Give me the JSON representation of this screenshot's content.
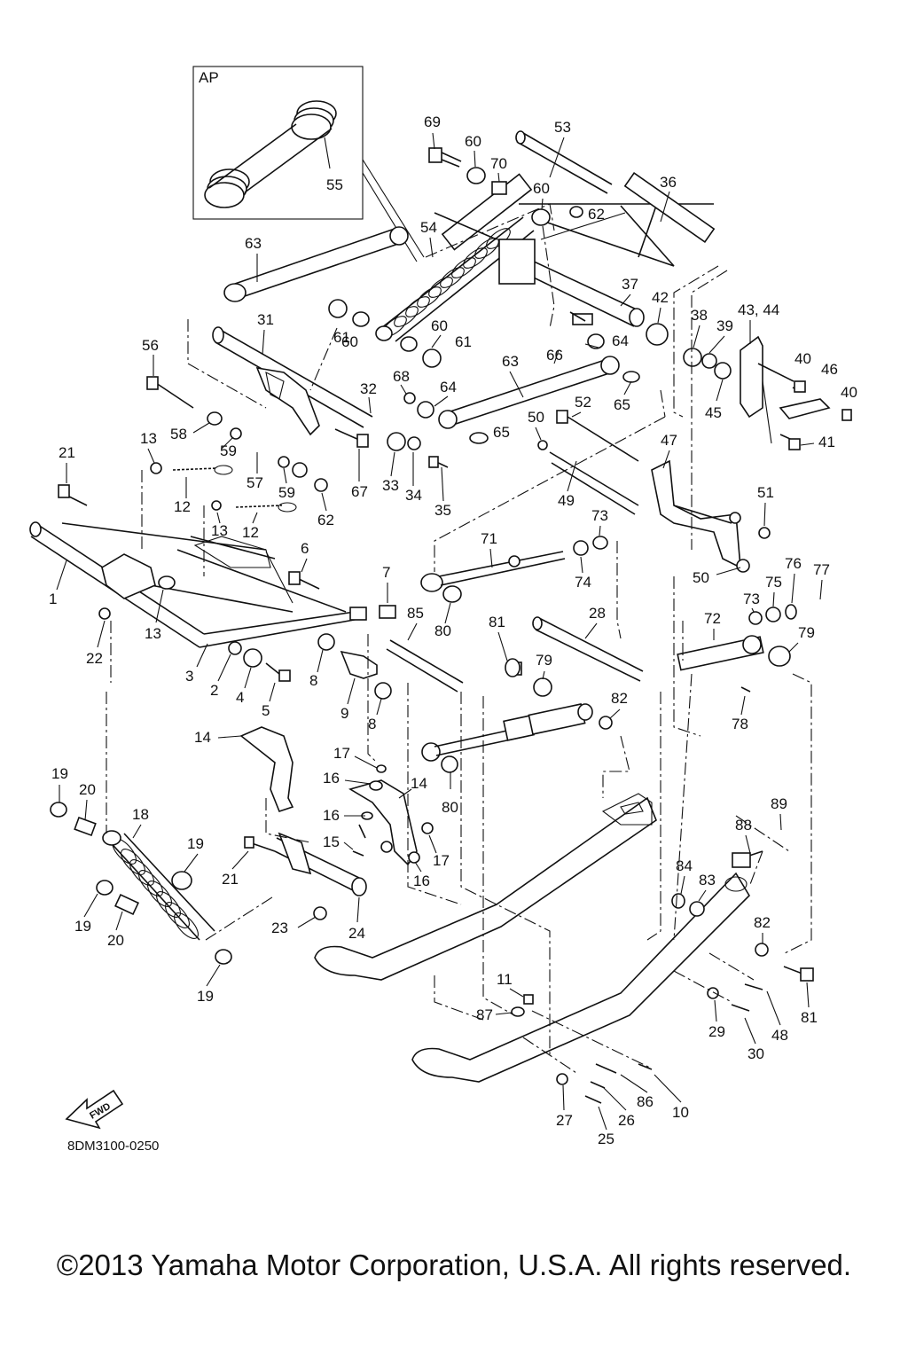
{
  "inset_label": "AP",
  "diagram_code": "8DM3100-0250",
  "fwd_label": "FWD",
  "copyright": "©2013 Yamaha Motor Corporation, U.S.A. All rights reserved.",
  "callouts": [
    {
      "text": "55"
    },
    {
      "text": "69"
    },
    {
      "text": "60"
    },
    {
      "text": "53"
    },
    {
      "text": "70"
    },
    {
      "text": "60"
    },
    {
      "text": "62"
    },
    {
      "text": "36"
    },
    {
      "text": "63"
    },
    {
      "text": "54"
    },
    {
      "text": "37"
    },
    {
      "text": "42"
    },
    {
      "text": "38"
    },
    {
      "text": "39"
    },
    {
      "text": "43, 44"
    },
    {
      "text": "31"
    },
    {
      "text": "61"
    },
    {
      "text": "60"
    },
    {
      "text": "60"
    },
    {
      "text": "61"
    },
    {
      "text": "56"
    },
    {
      "text": "63"
    },
    {
      "text": "66"
    },
    {
      "text": "64"
    },
    {
      "text": "40"
    },
    {
      "text": "46"
    },
    {
      "text": "40"
    },
    {
      "text": "68"
    },
    {
      "text": "64"
    },
    {
      "text": "32"
    },
    {
      "text": "65"
    },
    {
      "text": "45"
    },
    {
      "text": "58"
    },
    {
      "text": "59"
    },
    {
      "text": "50"
    },
    {
      "text": "52"
    },
    {
      "text": "65"
    },
    {
      "text": "13"
    },
    {
      "text": "41"
    },
    {
      "text": "21"
    },
    {
      "text": "57"
    },
    {
      "text": "59"
    },
    {
      "text": "67"
    },
    {
      "text": "33"
    },
    {
      "text": "34"
    },
    {
      "text": "35"
    },
    {
      "text": "47"
    },
    {
      "text": "12"
    },
    {
      "text": "62"
    },
    {
      "text": "49"
    },
    {
      "text": "51"
    },
    {
      "text": "13"
    },
    {
      "text": "12"
    },
    {
      "text": "73"
    },
    {
      "text": "71"
    },
    {
      "text": "6"
    },
    {
      "text": "74"
    },
    {
      "text": "76"
    },
    {
      "text": "77"
    },
    {
      "text": "7"
    },
    {
      "text": "50"
    },
    {
      "text": "75"
    },
    {
      "text": "73"
    },
    {
      "text": "1"
    },
    {
      "text": "85"
    },
    {
      "text": "80"
    },
    {
      "text": "72"
    },
    {
      "text": "79"
    },
    {
      "text": "81"
    },
    {
      "text": "28"
    },
    {
      "text": "22"
    },
    {
      "text": "13"
    },
    {
      "text": "3"
    },
    {
      "text": "8"
    },
    {
      "text": "79"
    },
    {
      "text": "2"
    },
    {
      "text": "4"
    },
    {
      "text": "5"
    },
    {
      "text": "9"
    },
    {
      "text": "82"
    },
    {
      "text": "78"
    },
    {
      "text": "8"
    },
    {
      "text": "14"
    },
    {
      "text": "17"
    },
    {
      "text": "16"
    },
    {
      "text": "19"
    },
    {
      "text": "20"
    },
    {
      "text": "14"
    },
    {
      "text": "80"
    },
    {
      "text": "89"
    },
    {
      "text": "16"
    },
    {
      "text": "18"
    },
    {
      "text": "88"
    },
    {
      "text": "15"
    },
    {
      "text": "17"
    },
    {
      "text": "19"
    },
    {
      "text": "21"
    },
    {
      "text": "16"
    },
    {
      "text": "84"
    },
    {
      "text": "83"
    },
    {
      "text": "19"
    },
    {
      "text": "20"
    },
    {
      "text": "23"
    },
    {
      "text": "24"
    },
    {
      "text": "82"
    },
    {
      "text": "19"
    },
    {
      "text": "11"
    },
    {
      "text": "87"
    },
    {
      "text": "81"
    },
    {
      "text": "48"
    },
    {
      "text": "29"
    },
    {
      "text": "30"
    },
    {
      "text": "86"
    },
    {
      "text": "26"
    },
    {
      "text": "10"
    },
    {
      "text": "27"
    },
    {
      "text": "25"
    }
  ]
}
